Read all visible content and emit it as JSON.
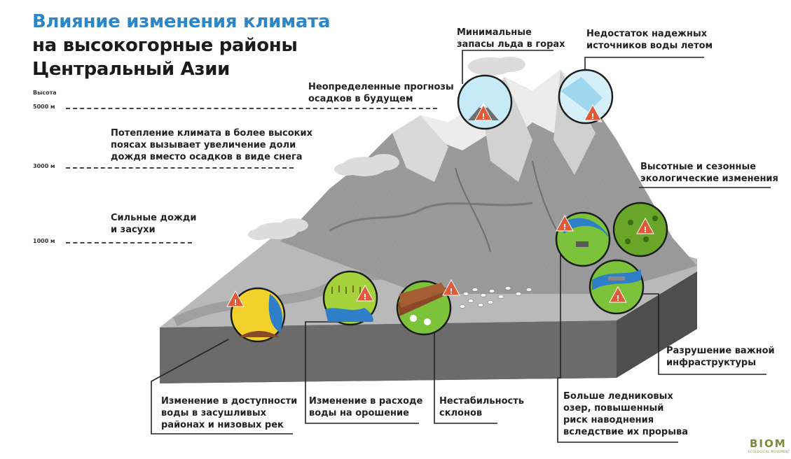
{
  "title": {
    "line1": "Влияние изменения климата",
    "line2": "на высокогорные районы",
    "line3": "Центральный Азии"
  },
  "altitude": {
    "label": "Высота",
    "m5000": "5000 м",
    "m3000": "3000 м",
    "m1000": "1000 м"
  },
  "labels": {
    "precip_uncertain": "Неопределенные прогнозы\nосадков в будущем",
    "warming": "Потепление климата в более высоких\nпоясах вызывает увеличение доли\nдождя вместо осадков в виде снега",
    "rain_drought": "Сильные дожди\nи засухи",
    "min_ice": "Минимальные\nзапасы льда в горах",
    "water_shortage": "Недостаток надежных\nисточников воды летом",
    "eco_changes": "Высотные и сезонные\nэкологические изменения",
    "infrastructure": "Разрушение важной\nинфраструктуры",
    "glacier_lakes": "Больше ледниковых\nозер, повышенный\nриск наводнения\nвследствие их прорыва",
    "slope_instability": "Нестабильность\nсклонов",
    "irrigation": "Изменение в расходе\nводы на орошение",
    "water_availability": "Изменение в доступности\nводы в засушливых\nрайонах и низовых рек"
  },
  "logo": {
    "name": "BIOM",
    "sub": "ECOLOGICAL MOVEMENT"
  },
  "colors": {
    "title_blue": "#2d86c6",
    "warning_red": "#e05a3a",
    "ice_blue": "#bfe6f5",
    "grass_green": "#7cc23a",
    "desert_yellow": "#f2d12b",
    "water_blue": "#2f7fc8",
    "soil_brown": "#8a4a2a"
  },
  "icons": [
    "warning-triangle-icon",
    "glacier-circle-icon",
    "ice-circle-icon",
    "ecology-circle-icon",
    "infrastructure-circle-icon",
    "lake-circle-icon",
    "slope-circle-icon",
    "irrigation-circle-icon",
    "drought-circle-icon"
  ]
}
